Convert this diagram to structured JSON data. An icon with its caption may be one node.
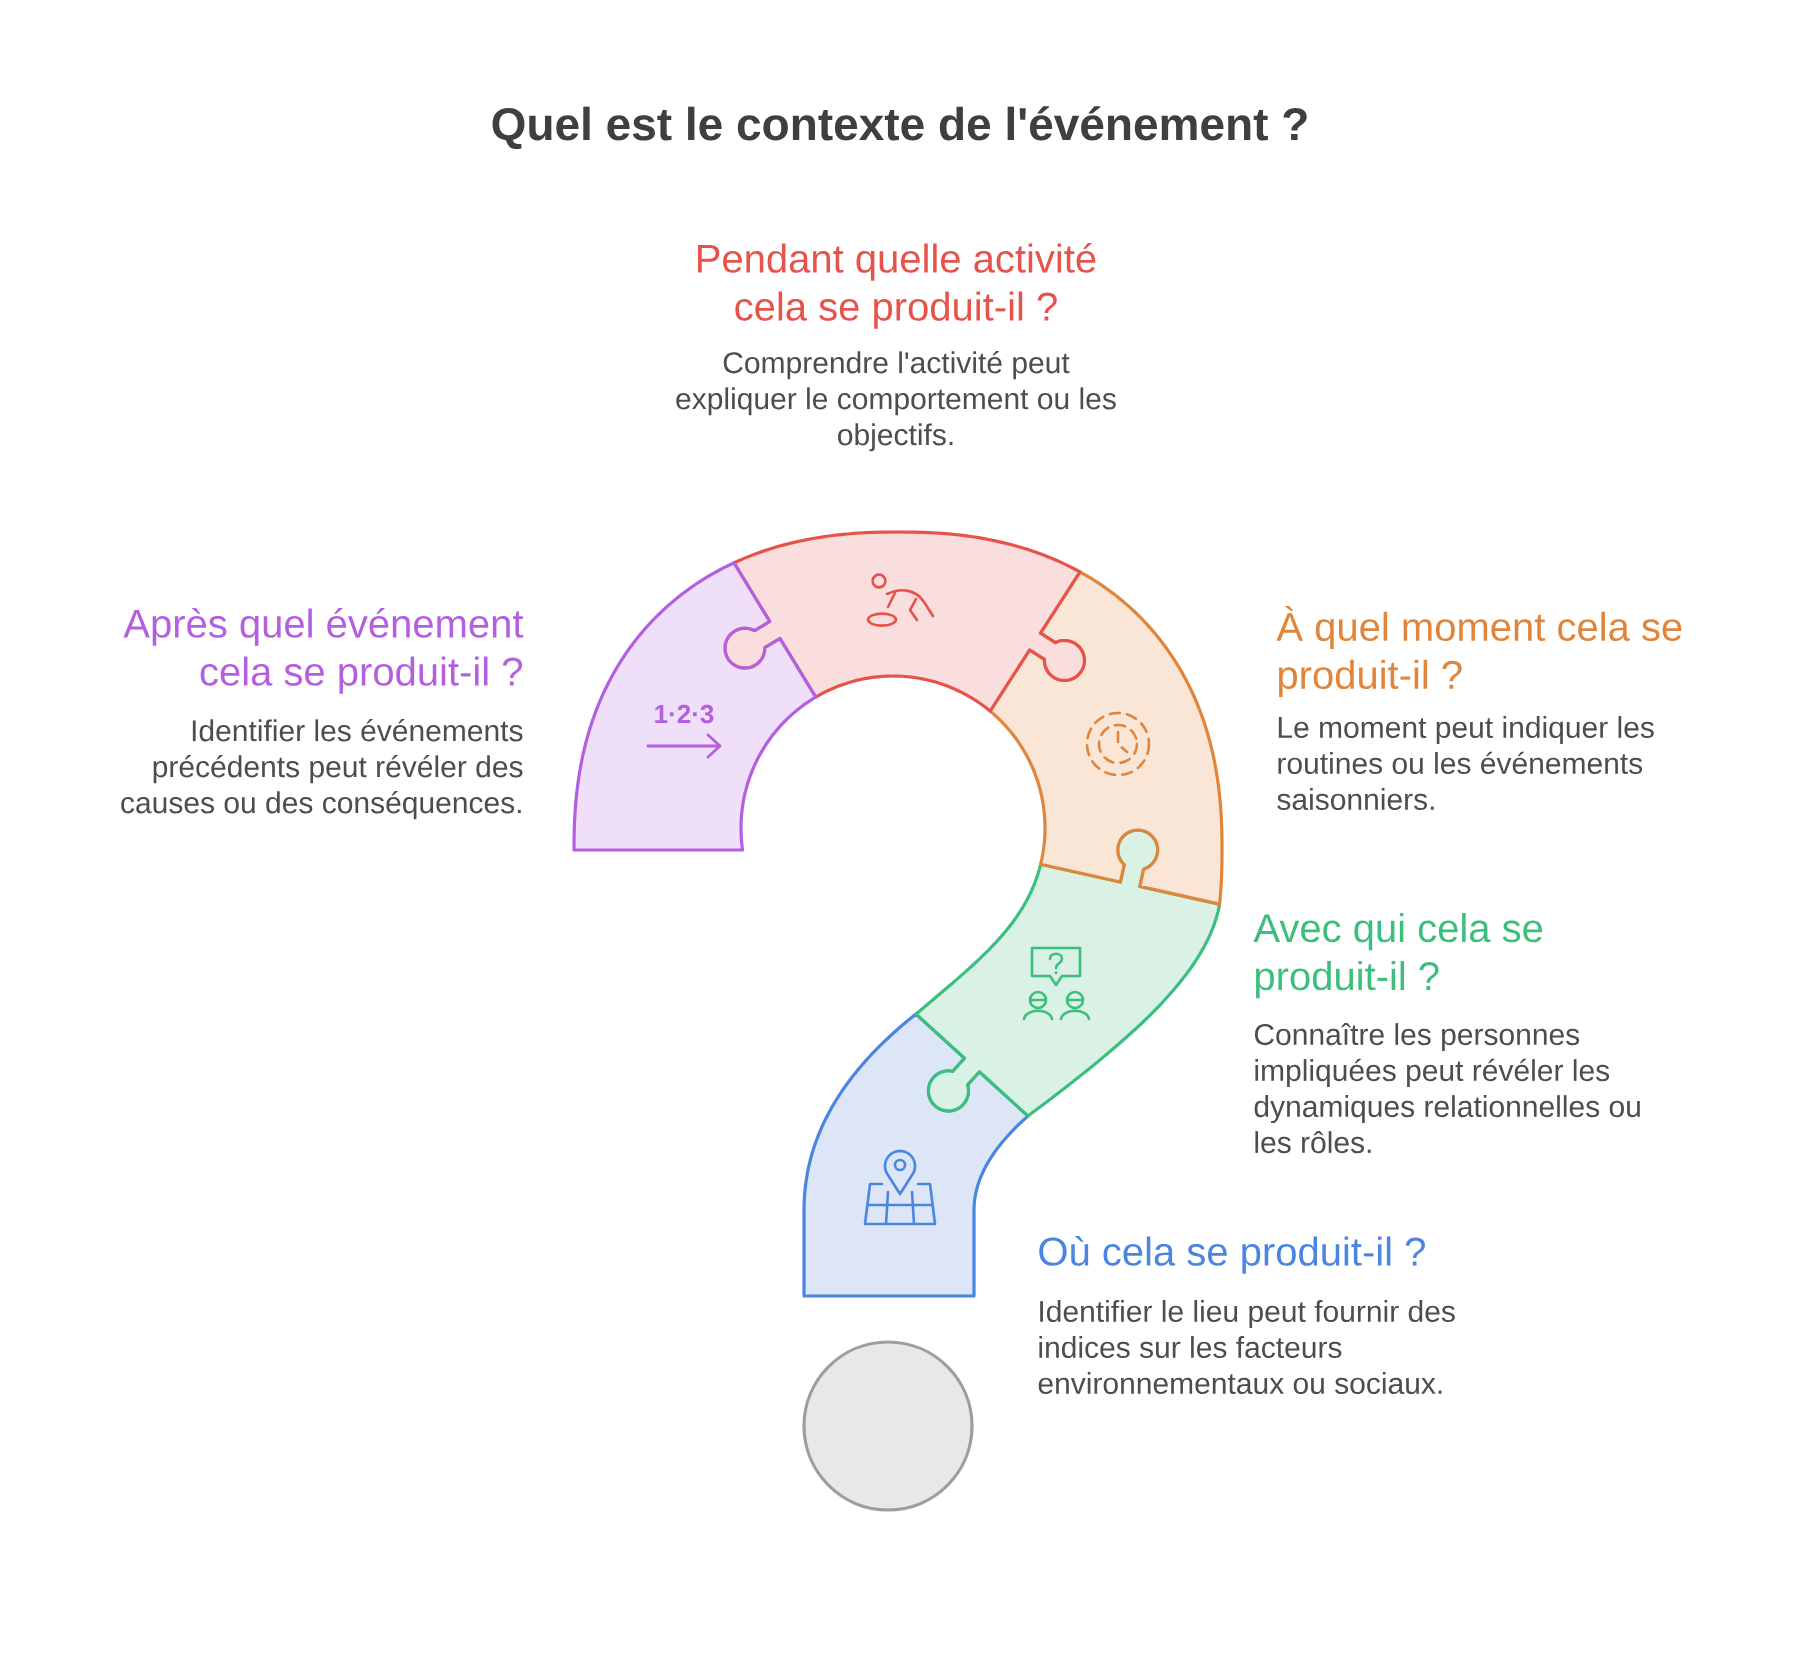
{
  "diagram": {
    "title": "Quel est le contexte de l'événement ?",
    "nodes": [
      {
        "text": [
          "1·2·3"
        ],
        "beside": [
          "Après quel événement cela se produit-il ?",
          "Identifier les événements précédents peut révéler des causes ou des conséquences."
        ]
      },
      {
        "text": [],
        "shape": "puzzle",
        "beside": [
          "Pendant quelle activité cela se produit-il ?",
          "Comprendre l'activité peut expliquer le comportement ou les objectifs."
        ]
      },
      {
        "text": [],
        "shape": "puzzle",
        "beside": [
          "À quel moment cela se produit-il ?",
          "Le moment peut indiquer les routines ou les événements saisonniers."
        ]
      },
      {
        "text": [],
        "shape": "puzzle",
        "beside": [
          "Avec qui cela se produit-il ?",
          "Connaître les personnes impliquées peut révéler les dynamiques relationnelles ou les rôles."
        ]
      },
      {
        "text": [],
        "shape": "puzzle",
        "beside": [
          "Où cela se produit-il ?",
          "Identifier le lieu peut fournir des indices sur les facteurs environnementaux ou sociaux."
        ]
      },
      {
        "text": [],
        "shape": "circle"
      }
    ]
  }
}
